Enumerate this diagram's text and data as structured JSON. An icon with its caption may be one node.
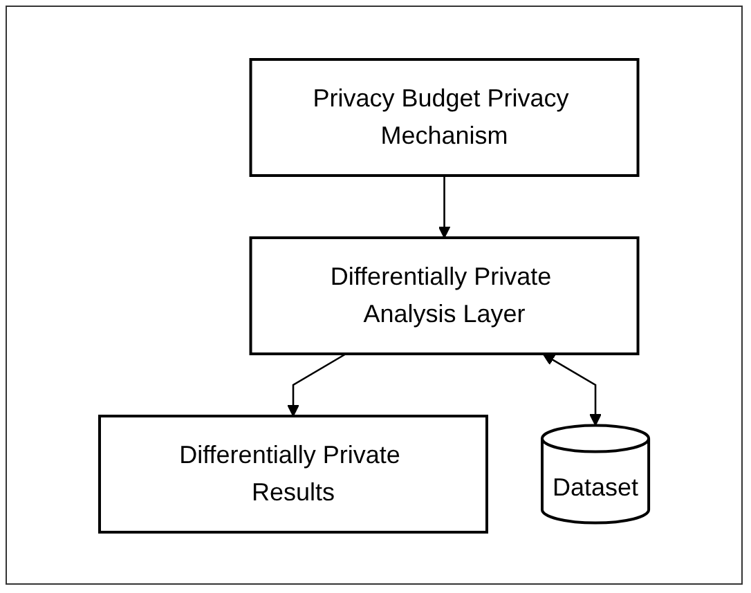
{
  "diagram": {
    "nodes": [
      {
        "text": [
          "Privacy Budget Privacy Mechanism"
        ]
      },
      {
        "text": [
          "Differentially Private Results"
        ]
      },
      {
        "text": [
          "Differentially Private Analysis Layer"
        ]
      },
      {
        "text": [
          "Dataset"
        ]
      }
    ],
    "edges": [
      {
        "from": 0,
        "to": 2,
        "arrow": "to"
      },
      {
        "from": 2,
        "to": 1,
        "arrow": "to"
      },
      {
        "from": 2,
        "to": 3,
        "arrow": "both"
      }
    ]
  }
}
